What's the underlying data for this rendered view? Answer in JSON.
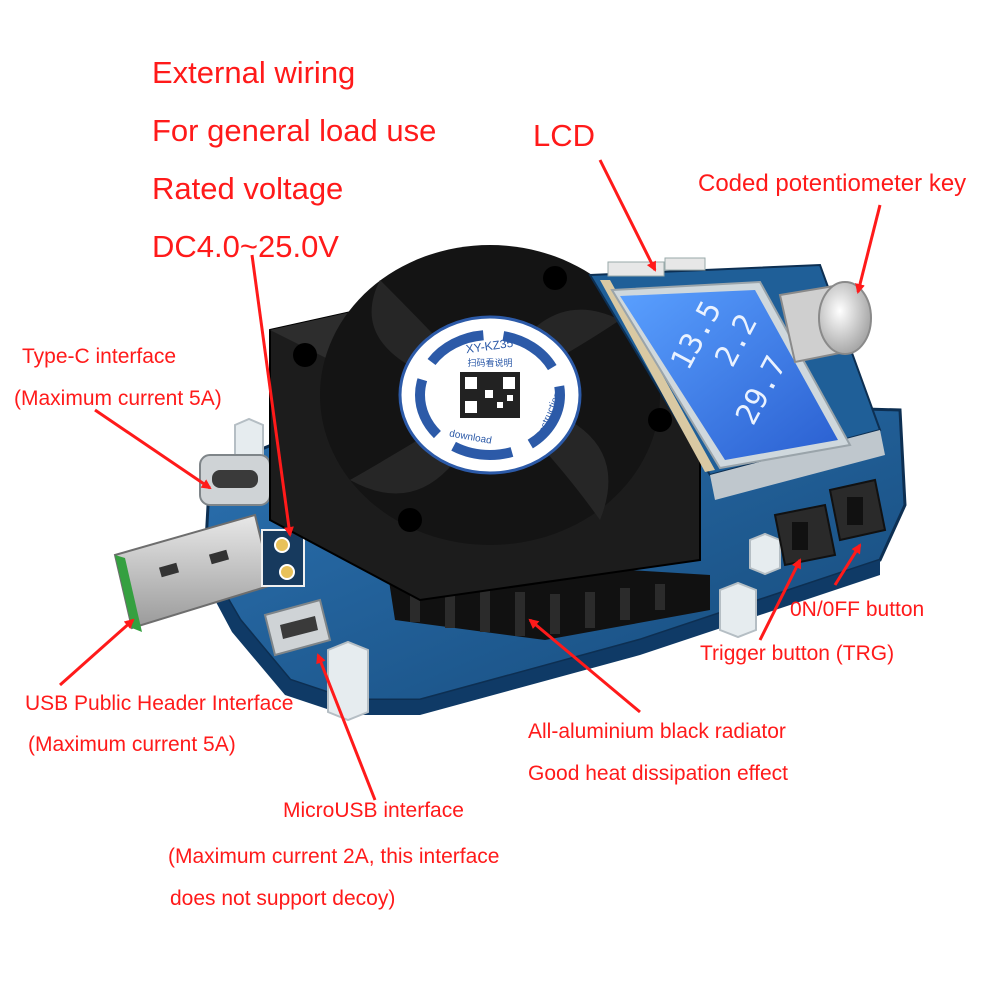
{
  "headline": {
    "line1": "External wiring",
    "line2": "For general load use",
    "line3": "Rated voltage",
    "line4": "DC4.0~25.0V"
  },
  "callouts": {
    "lcd": "LCD",
    "potentiometer": "Coded potentiometer key",
    "typec_1": "Type-C interface",
    "typec_2": "(Maximum current 5A)",
    "usb_1": "USB Public Header Interface",
    "usb_2": "(Maximum current 5A)",
    "micro_1": "MicroUSB interface",
    "micro_2": "(Maximum current 2A, this interface",
    "micro_3": "does not support decoy)",
    "radiator_1": "All-aluminium black radiator",
    "radiator_2": "Good heat dissipation effect",
    "onoff": "0N/0FF button",
    "trigger": "Trigger button (TRG)"
  },
  "device": {
    "fan_sticker_top": "XY-KZ35",
    "fan_sticker_cn": "扫码看说明",
    "fan_sticker_left": "download",
    "fan_sticker_right": "Instruction",
    "lcd_line1": "13.5",
    "lcd_line2": "2.2",
    "lcd_line3": "29.7"
  },
  "colors": {
    "annotation": "#ff1a1a",
    "pcb": "#1f5f98",
    "lcd": "#3d7ff0",
    "heatsink": "#1c1c1c"
  }
}
